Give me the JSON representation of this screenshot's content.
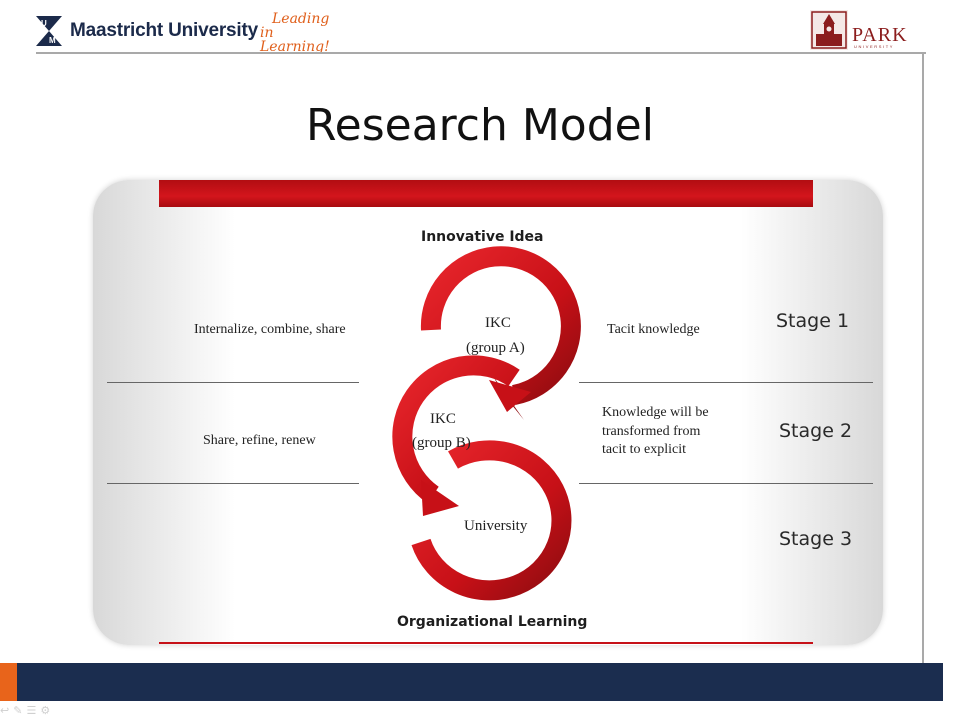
{
  "header": {
    "university_name": "Maastricht University",
    "badge_letters": [
      "U",
      "M"
    ],
    "tagline_line1": "Leading",
    "tagline_line2": "in Learning!",
    "partner_name": "PARK",
    "partner_sub": "UNIVERSITY"
  },
  "slide": {
    "title": "Research Model"
  },
  "diagram": {
    "top_label": "Innovative Idea",
    "bottom_label": "Organizational Learning",
    "nodes": [
      {
        "line1": "IKC",
        "line2": "(group A)"
      },
      {
        "line1": "IKC",
        "line2": "(group B)"
      },
      {
        "line1": "University",
        "line2": ""
      }
    ],
    "left_texts": [
      "Internalize, combine, share",
      "Share, refine, renew"
    ],
    "right_texts": [
      "Tacit knowledge",
      "Knowledge will be",
      "transformed from",
      "tacit to explicit"
    ],
    "stages": [
      "Stage 1",
      "Stage 2",
      "Stage 3"
    ],
    "colors": {
      "arrow_red": "#d01920",
      "arrow_dark": "#8e0c10",
      "bar_red": "#c8131a"
    }
  },
  "footer": {
    "bar_color": "#1b2d4f",
    "accent_color": "#e8641b",
    "tool_icons": [
      "arrow-icon",
      "pen-icon",
      "menu-icon",
      "settings-icon"
    ]
  }
}
